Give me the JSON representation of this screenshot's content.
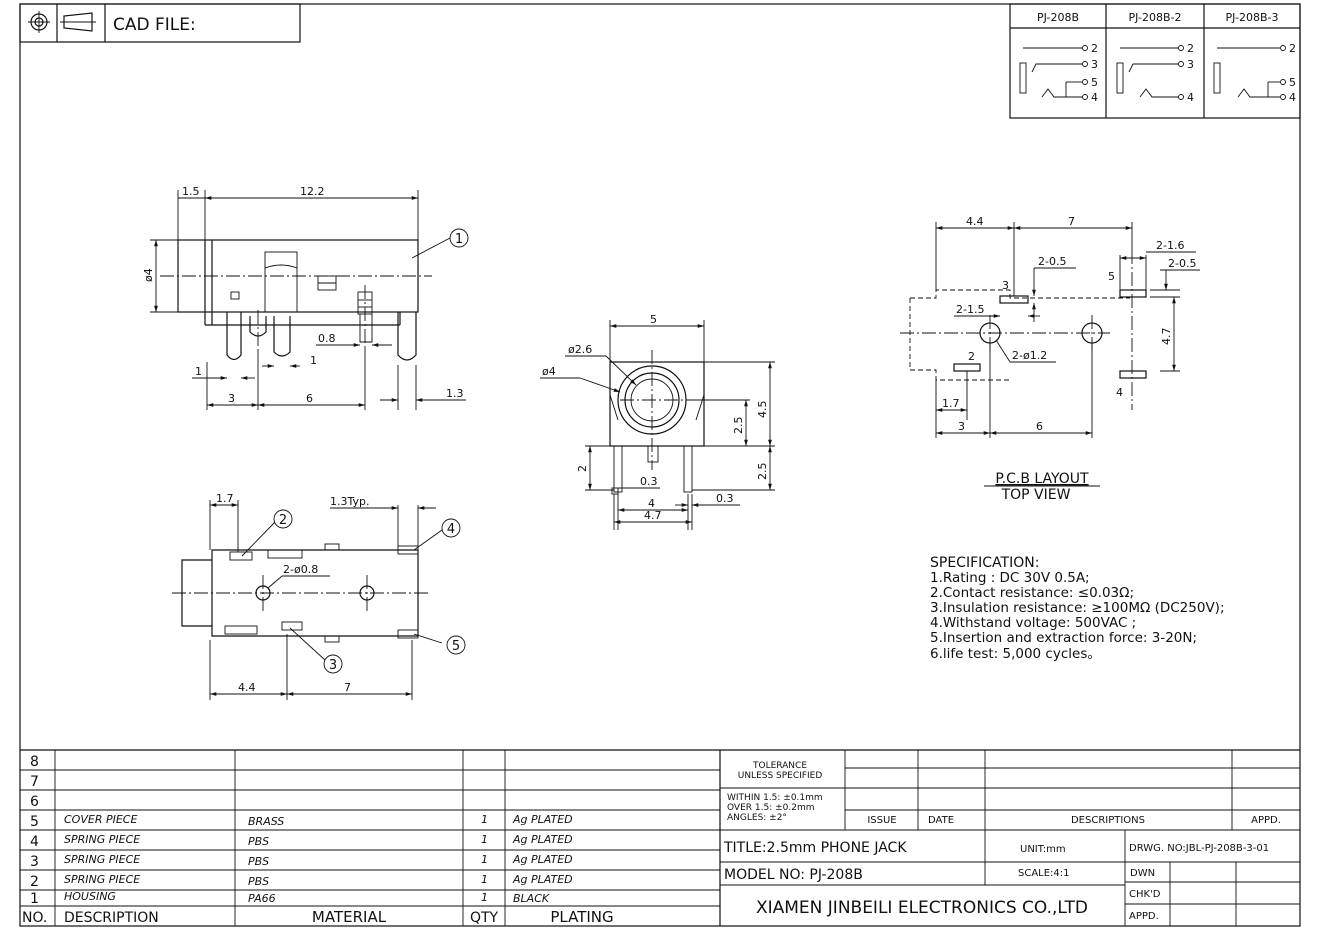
{
  "header": {
    "cad_file_label": "CAD FILE:"
  },
  "variants": {
    "headers": [
      "PJ-208B",
      "PJ-208B-2",
      "PJ-208B-3"
    ],
    "v1_pins": [
      "2",
      "3",
      "5",
      "4"
    ],
    "v2_pins": [
      "2",
      "3",
      "4"
    ],
    "v3_pins": [
      "2",
      "5",
      "4"
    ]
  },
  "side_view": {
    "dims": {
      "d1_5": "1.5",
      "d12_2": "12.2",
      "phi4": "ø4",
      "d0_8": "0.8",
      "d1a": "1",
      "d1b": "1",
      "d3": "3",
      "d6": "6",
      "d1_3": "1.3"
    },
    "callout": "1"
  },
  "front_view": {
    "dims": {
      "d5": "5",
      "phi2_6": "ø2.6",
      "phi4": "ø4",
      "d2_5a": "2.5",
      "d4_5": "4.5",
      "d2": "2",
      "d2_5b": "2.5",
      "d0_3a": "0.3",
      "d4": "4",
      "d4_7": "4.7",
      "d0_3b": "0.3"
    }
  },
  "bottom_view": {
    "dims": {
      "d1_7": "1.7",
      "d1_3typ": "1.3Typ.",
      "d2phi0_8": "2-ø0.8",
      "d4_4": "4.4",
      "d7": "7"
    },
    "callouts": [
      "2",
      "3",
      "4",
      "5"
    ]
  },
  "pcb_layout": {
    "dims": {
      "d4_4": "4.4",
      "d7": "7",
      "d2_1_6": "2-1.6",
      "d2_0_5a": "2-0.5",
      "d2_0_5b": "2-0.5",
      "d2_1_5": "2-1.5",
      "d2_phi1_2": "2-ø1.2",
      "d4_7": "4.7",
      "d1_7": "1.7",
      "d3": "3",
      "d6": "6"
    },
    "pins": [
      "3",
      "5",
      "2",
      "4"
    ],
    "title": "P.C.B LAYOUT",
    "subtitle": "TOP VIEW"
  },
  "specification": {
    "title": "SPECIFICATION:",
    "lines": [
      "1.Rating : DC 30V 0.5A;",
      "2.Contact resistance: ≤0.03Ω;",
      "3.Insulation resistance: ≥100MΩ (DC250V);",
      "4.Withstand voltage: 500VAC ;",
      "5.Insertion and extraction force: 3-20N;",
      "6.life test: 5,000 cycles。"
    ]
  },
  "bom": {
    "empty_rows": [
      "8",
      "7",
      "6"
    ],
    "rows": [
      {
        "no": "5",
        "desc": "COVER PIECE",
        "material": "BRASS",
        "qty": "1",
        "plating": "Ag PLATED"
      },
      {
        "no": "4",
        "desc": "SPRING PIECE",
        "material": "PBS",
        "qty": "1",
        "plating": "Ag PLATED"
      },
      {
        "no": "3",
        "desc": "SPRING PIECE",
        "material": "PBS",
        "qty": "1",
        "plating": "Ag PLATED"
      },
      {
        "no": "2",
        "desc": "SPRING PIECE",
        "material": "PBS",
        "qty": "1",
        "plating": "Ag PLATED"
      },
      {
        "no": "1",
        "desc": "HOUSING",
        "material": "PA66",
        "qty": "1",
        "plating": "BLACK"
      }
    ],
    "headers": {
      "no": "NO.",
      "desc": "DESCRIPTION",
      "material": "MATERIAL",
      "qty": "QTY",
      "plating": "PLATING"
    }
  },
  "title_block": {
    "tolerance_1": "TOLERANCE",
    "tolerance_2": "UNLESS SPECIFIED",
    "tol_line1": "WITHIN 1.5: ±0.1mm",
    "tol_line2": "OVER 1.5:  ±0.2mm",
    "tol_line3": "ANGLES: ±2°",
    "issue": "ISSUE",
    "date": "DATE",
    "descriptions": "DESCRIPTIONS",
    "appd": "APPD.",
    "title": "TITLE:2.5mm PHONE JACK",
    "unit": "UNIT:mm",
    "drwg_no": "DRWG. NO:JBL-PJ-208B-3-01",
    "model": "MODEL NO: PJ-208B",
    "scale": "SCALE:4:1",
    "dwn": "DWN",
    "chkd": "CHK'D",
    "appd2": "APPD.",
    "company": "XIAMEN JINBEILI ELECTRONICS CO.,LTD"
  }
}
